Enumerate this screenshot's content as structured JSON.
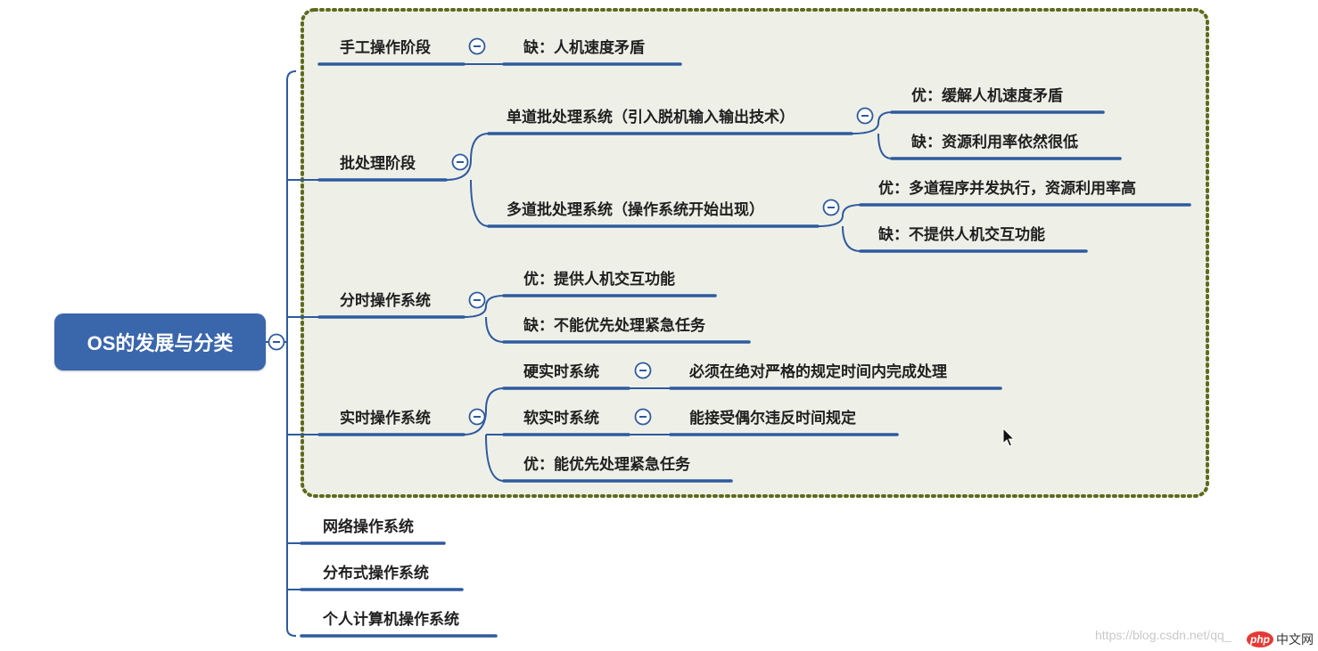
{
  "root": {
    "label": "OS的发展与分类"
  },
  "branches": [
    {
      "label": "手工操作阶段",
      "children": [
        {
          "label": "缺：人机速度矛盾"
        }
      ]
    },
    {
      "label": "批处理阶段",
      "children": [
        {
          "label": "单道批处理系统（引入脱机输入输出技术）",
          "children": [
            {
              "label": "优：缓解人机速度矛盾"
            },
            {
              "label": "缺：资源利用率依然很低"
            }
          ]
        },
        {
          "label": "多道批处理系统（操作系统开始出现）",
          "children": [
            {
              "label": "优：多道程序并发执行，资源利用率高"
            },
            {
              "label": "缺：不提供人机交互功能"
            }
          ]
        }
      ]
    },
    {
      "label": "分时操作系统",
      "children": [
        {
          "label": "优：提供人机交互功能"
        },
        {
          "label": "缺：不能优先处理紧急任务"
        }
      ]
    },
    {
      "label": "实时操作系统",
      "children": [
        {
          "label": "硬实时系统",
          "children": [
            {
              "label": "必须在绝对严格的规定时间内完成处理"
            }
          ]
        },
        {
          "label": "软实时系统",
          "children": [
            {
              "label": "能接受偶尔违反时间规定"
            }
          ]
        },
        {
          "label": "优：能优先处理紧急任务"
        }
      ]
    },
    {
      "label": "网络操作系统"
    },
    {
      "label": "分布式操作系统"
    },
    {
      "label": "个人计算机操作系统"
    }
  ],
  "watermark": "https://blog.csdn.net/qq_",
  "logo": {
    "badge": "php",
    "text": "中文网"
  },
  "colors": {
    "node_blue": "#3a66ac",
    "line": "#2e5a9e",
    "boundary_border": "#5d6b1c",
    "boundary_fill": "#eef0e8"
  },
  "icons": {
    "collapse": "minus-circle-icon",
    "cursor": "mouse-pointer-icon"
  }
}
